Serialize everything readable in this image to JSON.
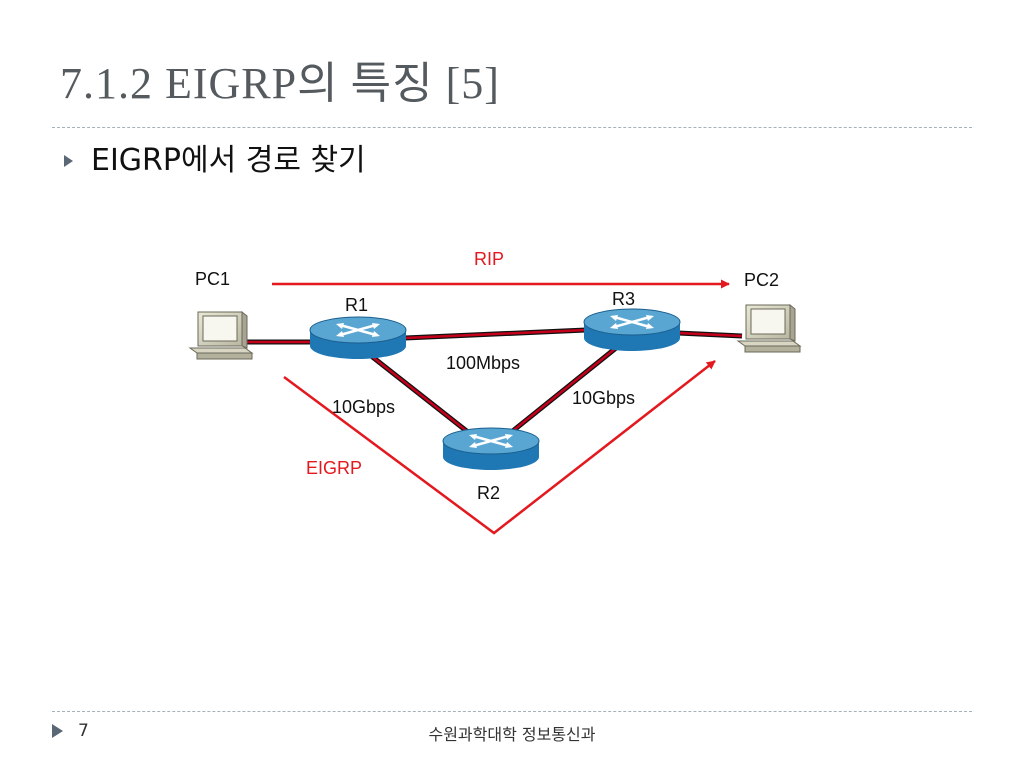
{
  "slide": {
    "title": "7.1.2 EIGRP의 특징 [5]",
    "bullet": "EIGRP에서 경로 찾기",
    "page_number": "7",
    "footer": "수원과학대학 정보통신과"
  },
  "diagram": {
    "nodes": {
      "pc1": "PC1",
      "pc2": "PC2",
      "r1": "R1",
      "r2": "R2",
      "r3": "R3"
    },
    "links": {
      "r1_r3": "100Mbps",
      "r1_r2": "10Gbps",
      "r2_r3": "10Gbps"
    },
    "routes": {
      "rip": "RIP",
      "eigrp": "EIGRP"
    },
    "colors": {
      "route": "#e3191f",
      "link_fill": "#c4001a",
      "router_top": "#5aa6d2",
      "router_side": "#1f78b4"
    }
  }
}
